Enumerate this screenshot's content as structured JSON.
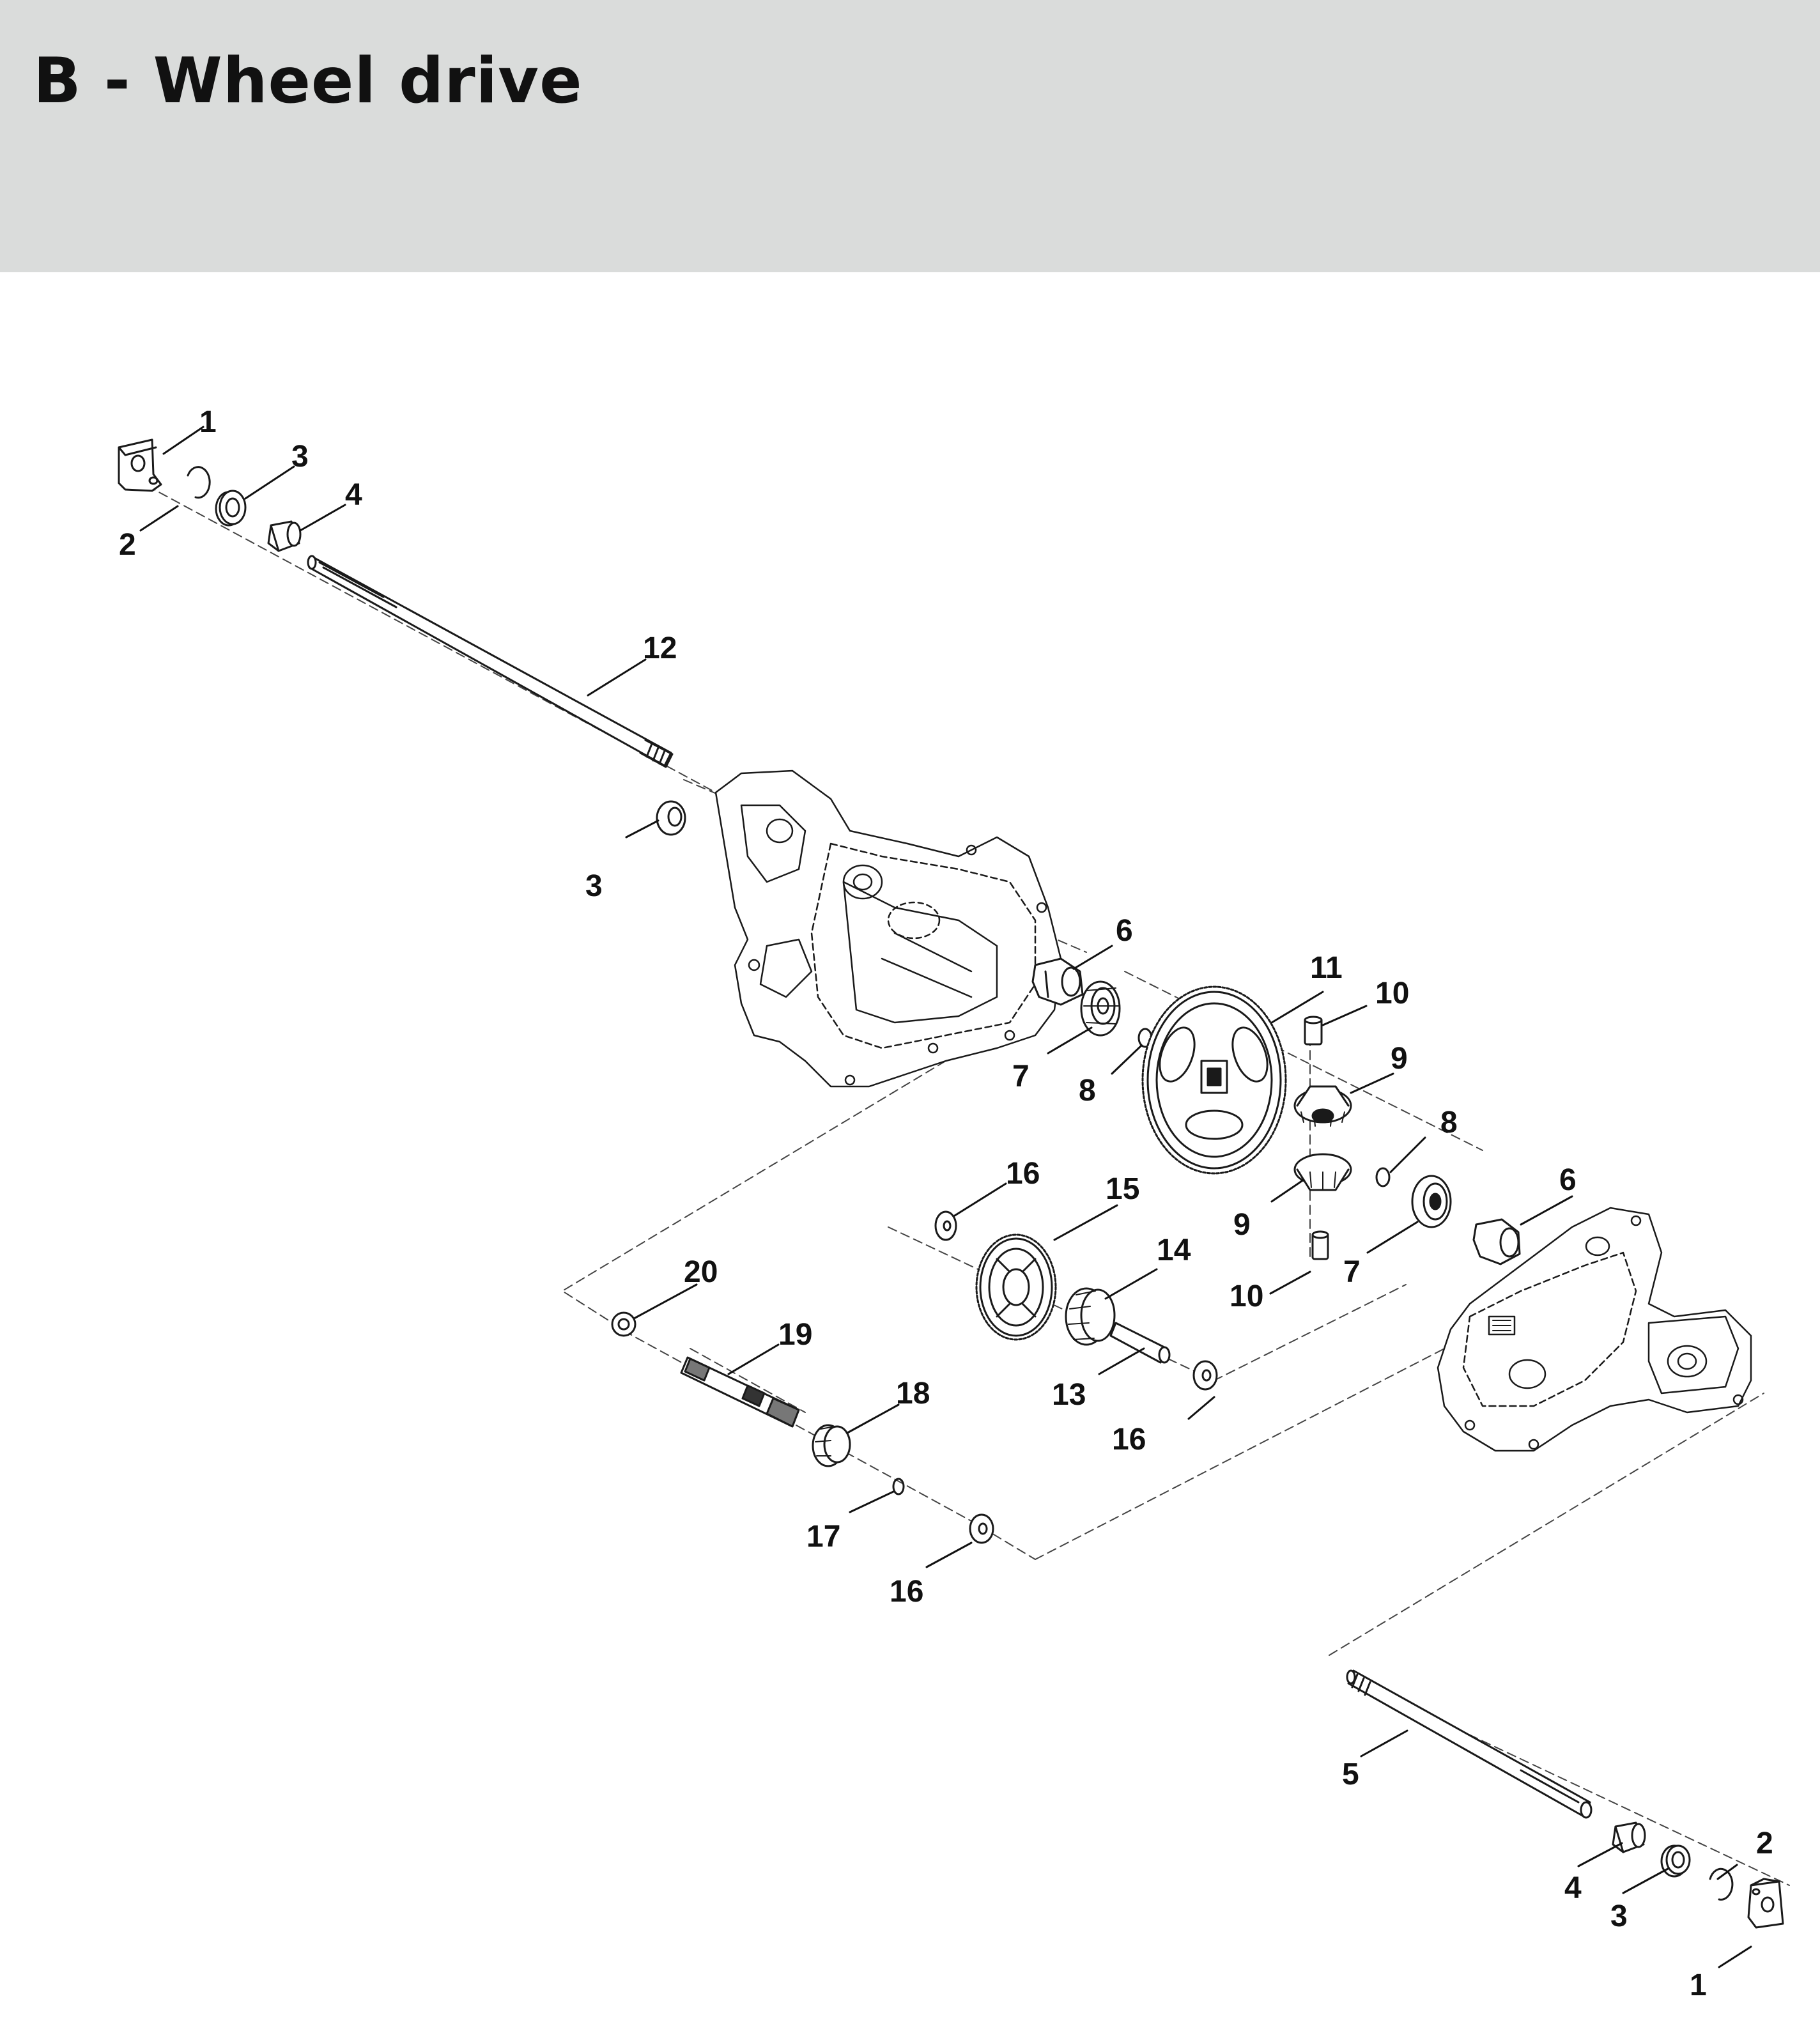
{
  "title": "B - Wheel drive",
  "callouts": {
    "c1a": "1",
    "c1b": "1",
    "c2a": "2",
    "c2b": "2",
    "c3a": "3",
    "c3b": "3",
    "c3c": "3",
    "c4a": "4",
    "c4b": "4",
    "c5": "5",
    "c6a": "6",
    "c6b": "6",
    "c7a": "7",
    "c7b": "7",
    "c8a": "8",
    "c8b": "8",
    "c9a": "9",
    "c9b": "9",
    "c10a": "10",
    "c10b": "10",
    "c11": "11",
    "c12": "12",
    "c13": "13",
    "c14": "14",
    "c15": "15",
    "c16a": "16",
    "c16b": "16",
    "c16c": "16",
    "c17": "17",
    "c18": "18",
    "c19": "19",
    "c20": "20"
  }
}
